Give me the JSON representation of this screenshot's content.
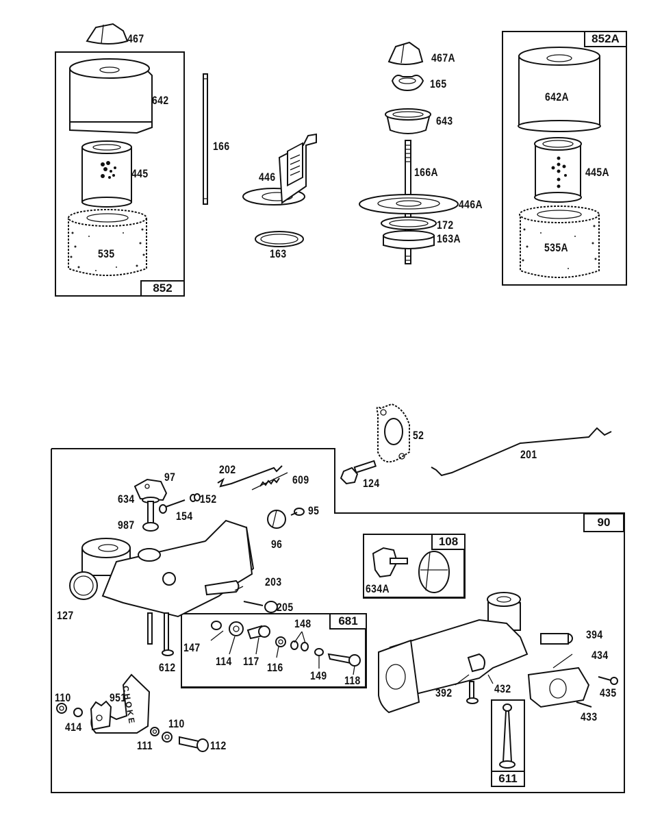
{
  "diagram": {
    "title": "Carburetor and Air Cleaner Exploded Parts Diagram",
    "kits": {
      "air_cleaner_left": "852",
      "air_cleaner_right": "852A",
      "carburetor_overhaul": "90",
      "throttle_kit": "108",
      "needle_valve_kit": "681",
      "float_bowl_nut_kit": "611"
    },
    "parts": {
      "p467": "467",
      "p642": "642",
      "p445": "445",
      "p535": "535",
      "p166": "166",
      "p446": "446",
      "p163": "163",
      "p467A": "467A",
      "p165": "165",
      "p643": "643",
      "p166A": "166A",
      "p446A": "446A",
      "p172": "172",
      "p163A": "163A",
      "p642A": "642A",
      "p445A": "445A",
      "p535A": "535A",
      "p52": "52",
      "p201": "201",
      "p124": "124",
      "p202": "202",
      "p609": "609",
      "p97": "97",
      "p634": "634",
      "p152": "152",
      "p154": "154",
      "p95": "95",
      "p987": "987",
      "p96": "96",
      "p203": "203",
      "p205": "205",
      "p127": "127",
      "p612": "612",
      "p147": "147",
      "p114": "114",
      "p117": "117",
      "p116": "116",
      "p148": "148",
      "p149": "149",
      "p118": "118",
      "p110a": "110",
      "p414": "414",
      "p951": "951",
      "p111": "111",
      "p110b": "110",
      "p112": "112",
      "p634A": "634A",
      "p394": "394",
      "p434": "434",
      "p392": "392",
      "p432": "432",
      "p435": "435",
      "p433": "433"
    },
    "choke_text": "CHOKE"
  }
}
